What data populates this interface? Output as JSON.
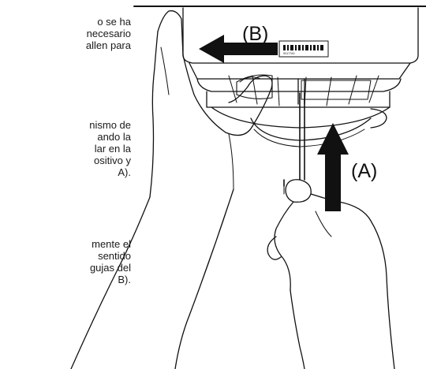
{
  "paragraphs": [
    {
      "lines": [
        "o  se  ha",
        "necesario",
        "allen para"
      ]
    },
    {
      "lines": [
        "nismo de",
        "ando   la",
        "lar en la",
        "ositivo y",
        "A)."
      ]
    },
    {
      "lines": [
        "mente el",
        "sentido",
        "gujas del",
        "B)."
      ]
    }
  ],
  "labels": {
    "a": "(A)",
    "b": "(B)"
  },
  "device_label": {
    "text": "S0177A3"
  },
  "colors": {
    "ink": "#111111",
    "background": "#ffffff"
  },
  "icons": [
    "hand-icon",
    "arrow-left-icon",
    "arrow-up-icon",
    "smoke-detector-icon",
    "barcode-icon"
  ]
}
